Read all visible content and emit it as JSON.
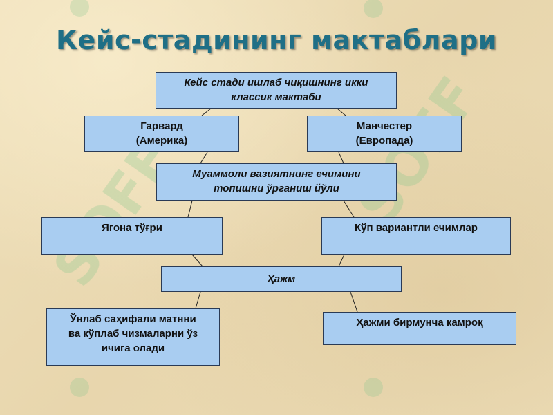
{
  "title": "Кейс-стадининг мактаблари",
  "nodes": {
    "root": "Кейс стади ишлаб чиқишнинг икки\nклассик мактаби",
    "harvard": "Гарвард\n(Америка)",
    "manchester": "Манчестер\n(Европада)",
    "problem": "Муаммоли вазиятнинг ечимини\nтопишни ўрганиш йўли",
    "single": "Ягона тўғри",
    "multiple": "Кўп вариантли ечимлар",
    "volume": "Ҳажм",
    "long_text": "Ўнлаб саҳифали матнни\nва кўплаб чизмаларни ўз\nичига олади",
    "short_text": "Ҳажми бирмунча камроқ"
  },
  "colors": {
    "box_fill": "#a9cdf1",
    "title": "#1f6f86",
    "watermark": "#7fc48a"
  },
  "watermark_text": "SOFF"
}
